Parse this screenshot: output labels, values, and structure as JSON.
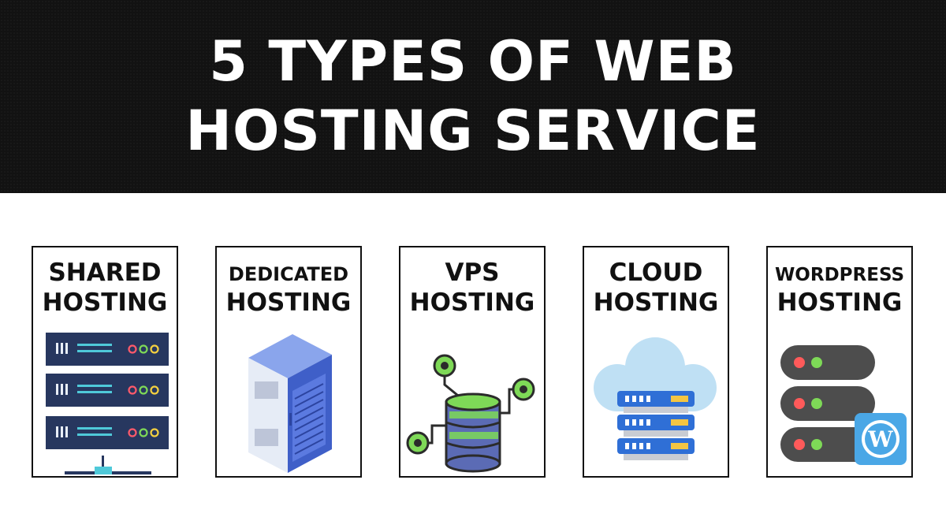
{
  "heading": {
    "line1": "5 TYPES OF WEB",
    "line2": "HOSTING SERVICE"
  },
  "cards": [
    {
      "line1": "SHARED",
      "line2": "HOSTING",
      "icon": "server-rack-icon"
    },
    {
      "line1": "DEDICATED",
      "line2": "HOSTING",
      "icon": "server-cabinet-icon"
    },
    {
      "line1": "VPS",
      "line2": "HOSTING",
      "icon": "database-network-icon"
    },
    {
      "line1": "CLOUD",
      "line2": "HOSTING",
      "icon": "cloud-server-icon"
    },
    {
      "line1": "WORDPRESS",
      "line2": "HOSTING",
      "icon": "wordpress-server-icon"
    }
  ],
  "colors": {
    "banner": "#121212",
    "server_navy": "#27375f",
    "cloud_blue": "#bfe0f4",
    "green": "#7ed957",
    "wordpress_blue": "#4aa7e6"
  }
}
